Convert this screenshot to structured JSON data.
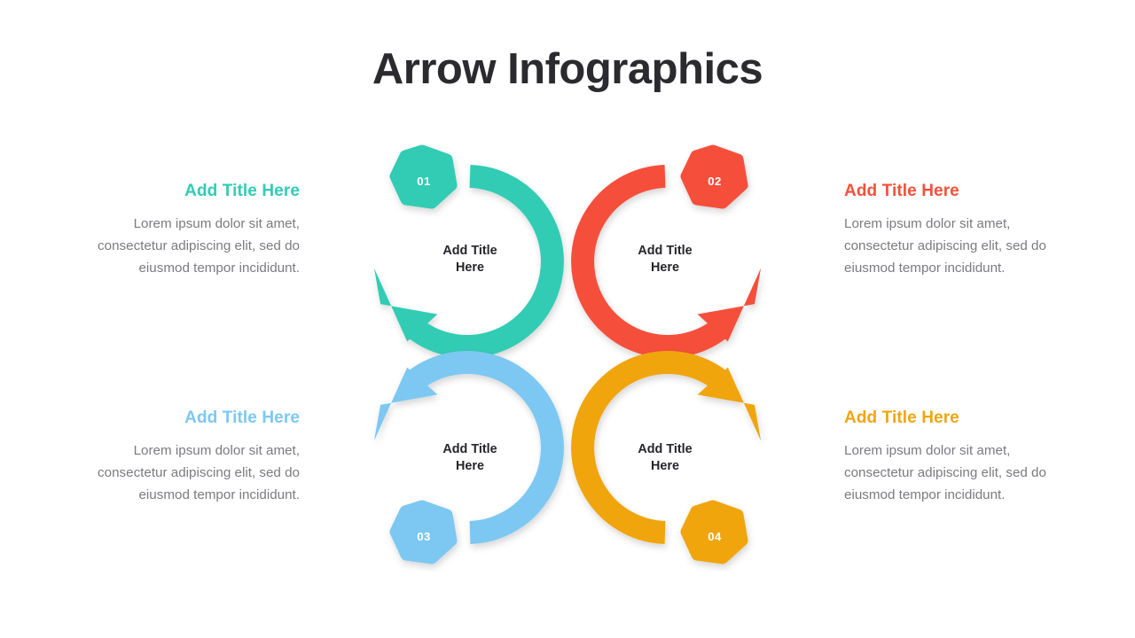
{
  "page": {
    "title": "Arrow Infographics",
    "background": "#ffffff",
    "title_color": "#2b2b2f"
  },
  "palette": {
    "teal": "#30CCB4",
    "red": "#F5503A",
    "blue": "#7CC8F2",
    "orange": "#F0A510",
    "body_text": "#7b7b80",
    "center_text": "#25252b",
    "badge_text": "#ffffff"
  },
  "body_text": "Lorem ipsum dolor sit amet, consectetur adipiscing elit, sed do eiusmod tempor incididunt.",
  "items": [
    {
      "number": "01",
      "color": "#30CCB4",
      "side": "left",
      "title": "Add Title Here",
      "body": "Lorem ipsum dolor sit amet, consectetur adipiscing elit, sed do eiusmod tempor incididunt.",
      "center_label": "Add Title Here",
      "center_line1": "Add Title",
      "center_line2": "Here",
      "arrow_direction": "clockwise",
      "arrow_head_position": "lower-left",
      "badge_position": "top-left"
    },
    {
      "number": "02",
      "color": "#F5503A",
      "side": "right",
      "title": "Add Title Here",
      "body": "Lorem ipsum dolor sit amet, consectetur adipiscing elit, sed do eiusmod tempor incididunt.",
      "center_label": "Add Title Here",
      "center_line1": "Add Title",
      "center_line2": "Here",
      "arrow_direction": "counter-clockwise",
      "arrow_head_position": "lower-right",
      "badge_position": "top-right"
    },
    {
      "number": "03",
      "color": "#7CC8F2",
      "side": "left",
      "title": "Add Title Here",
      "body": "Lorem ipsum dolor sit amet, consectetur adipiscing elit, sed do eiusmod tempor incididunt.",
      "center_label": "Add Title Here",
      "center_line1": "Add Title",
      "center_line2": "Here",
      "arrow_direction": "counter-clockwise",
      "arrow_head_position": "upper-left",
      "badge_position": "bottom-left"
    },
    {
      "number": "04",
      "color": "#F0A510",
      "side": "right",
      "title": "Add Title Here",
      "body": "Lorem ipsum dolor sit amet, consectetur adipiscing elit, sed do eiusmod tempor incididunt.",
      "center_label": "Add Title Here",
      "center_line1": "Add Title",
      "center_line2": "Here",
      "arrow_direction": "clockwise",
      "arrow_head_position": "upper-right",
      "badge_position": "bottom-right"
    }
  ]
}
